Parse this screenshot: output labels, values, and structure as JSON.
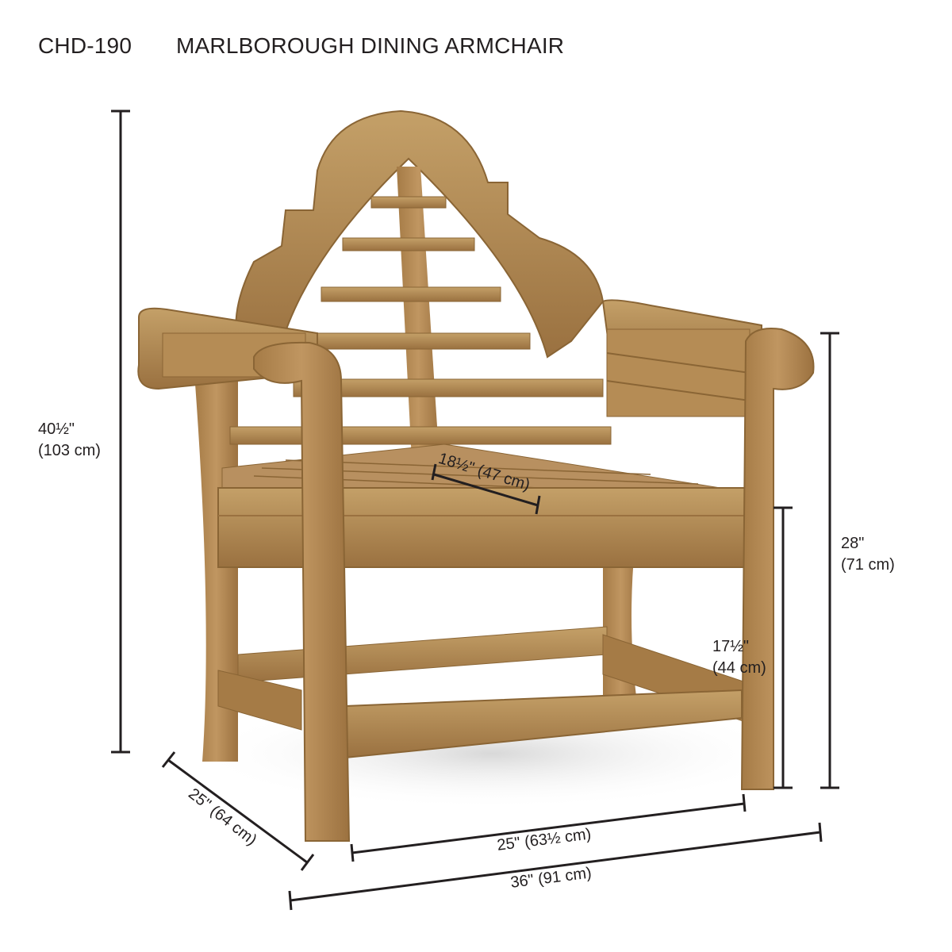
{
  "header": {
    "model_code": "CHD-190",
    "product_name": "MARLBOROUGH DINING ARMCHAIR"
  },
  "dimensions": {
    "overall_height": {
      "in": "40½\"",
      "cm": "(103 cm)"
    },
    "arm_height": {
      "in": "28\"",
      "cm": "(71 cm)"
    },
    "seat_height": {
      "in": "17½\"",
      "cm": "(44 cm)"
    },
    "seat_depth": {
      "label": "18½\" (47 cm)"
    },
    "depth": {
      "label": "25\" (64 cm)"
    },
    "seat_width": {
      "label": "25\" (63½ cm)"
    },
    "overall_width": {
      "label": "36\" (91 cm)"
    }
  },
  "colors": {
    "wood": "#b0864f",
    "wood_dark": "#8a6535",
    "wood_light": "#c9a36a",
    "line": "#231f20"
  }
}
